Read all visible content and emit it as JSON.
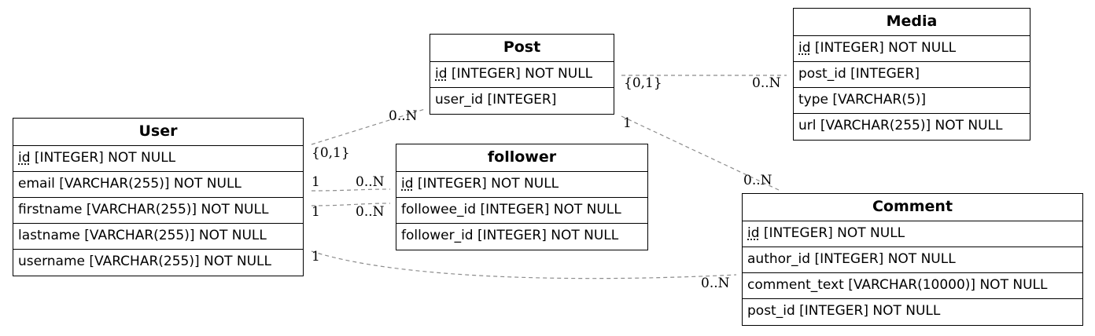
{
  "entities": {
    "user": {
      "title": "User",
      "fields": [
        {
          "pk": "id",
          "rest": " [INTEGER] NOT NULL"
        },
        {
          "text": "email [VARCHAR(255)] NOT NULL"
        },
        {
          "text": "firstname [VARCHAR(255)] NOT NULL"
        },
        {
          "text": "lastname [VARCHAR(255)] NOT NULL"
        },
        {
          "text": "username [VARCHAR(255)] NOT NULL"
        }
      ]
    },
    "post": {
      "title": "Post",
      "fields": [
        {
          "pk": "id",
          "rest": " [INTEGER] NOT NULL"
        },
        {
          "text": "user_id [INTEGER]"
        }
      ]
    },
    "follower": {
      "title": "follower",
      "fields": [
        {
          "pk": "id",
          "rest": " [INTEGER] NOT NULL"
        },
        {
          "text": "followee_id [INTEGER] NOT NULL"
        },
        {
          "text": "follower_id [INTEGER] NOT NULL"
        }
      ]
    },
    "media": {
      "title": "Media",
      "fields": [
        {
          "pk": "id",
          "rest": " [INTEGER] NOT NULL"
        },
        {
          "text": "post_id [INTEGER]"
        },
        {
          "text": "type [VARCHAR(5)]"
        },
        {
          "text": "url [VARCHAR(255)] NOT NULL"
        }
      ]
    },
    "comment": {
      "title": "Comment",
      "fields": [
        {
          "pk": "id",
          "rest": " [INTEGER] NOT NULL"
        },
        {
          "text": "author_id [INTEGER] NOT NULL"
        },
        {
          "text": "comment_text [VARCHAR(10000)] NOT NULL"
        },
        {
          "text": "post_id [INTEGER] NOT NULL"
        }
      ]
    }
  },
  "relationships": {
    "user_post": {
      "from": "{0,1}",
      "to": "0..N"
    },
    "user_follower_followee": {
      "from": "1",
      "to": "0..N"
    },
    "user_follower_follower": {
      "from": "1",
      "to": "0..N"
    },
    "user_comment": {
      "from": "1",
      "to": "0..N"
    },
    "post_media": {
      "from": "{0,1}",
      "to": "0..N"
    },
    "post_comment": {
      "from": "1",
      "to": "0..N"
    }
  }
}
